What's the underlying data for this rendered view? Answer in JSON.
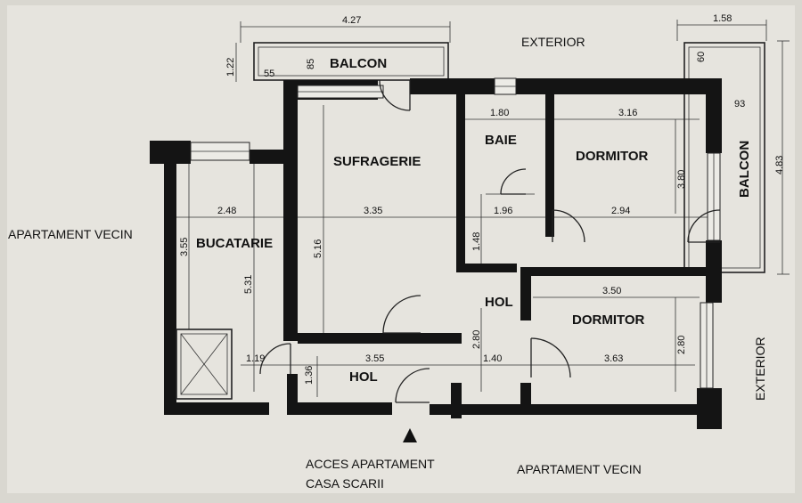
{
  "sides": {
    "exterior_top": "EXTERIOR",
    "exterior_right": "EXTERIOR",
    "neighbor_left": "APARTAMENT VECIN",
    "neighbor_bottom": "APARTAMENT VECIN",
    "entrance_line1": "ACCES APARTAMENT",
    "entrance_line2": "CASA SCARII"
  },
  "rooms": {
    "balcon_top": "BALCON",
    "balcon_right": "BALCON",
    "sufragerie": "SUFRAGERIE",
    "baie": "BAIE",
    "dormitor_top": "DORMITOR",
    "dormitor_bottom": "DORMITOR",
    "bucatarie": "BUCATARIE",
    "hol_center": "HOL",
    "hol_bottom": "HOL"
  },
  "dimensions": {
    "balcon_top_width": "4.27",
    "balcon_top_depth": "1.22",
    "balcon_top_55": "55",
    "balcon_top_85": "85",
    "balcon_right_width": "1.58",
    "balcon_right_60": "60",
    "balcon_right_93": "93",
    "balcon_right_length": "4.83",
    "baie_width": "1.80",
    "dormitor_top_width": "3.16",
    "dormitor_top_depth": "3.80",
    "bucatarie_width": "2.48",
    "sufragerie_width": "3.35",
    "hol_center_width": "1.96",
    "dormitor_top_lower_width": "2.94",
    "bucatarie_depth": "3.55",
    "bucatarie_total_depth": "5.31",
    "sufragerie_depth": "5.16",
    "hol_center_depth": "1.48",
    "dormitor_bottom_width": "3.50",
    "dormitor_bottom_lower_width": "3.63",
    "dormitor_bottom_depth": "2.80",
    "hol_center_lower_depth": "2.80",
    "hol_bottom_119": "1.19",
    "hol_bottom_width": "3.55",
    "hol_bottom_140": "1.40",
    "hol_bottom_depth": "1.36"
  }
}
